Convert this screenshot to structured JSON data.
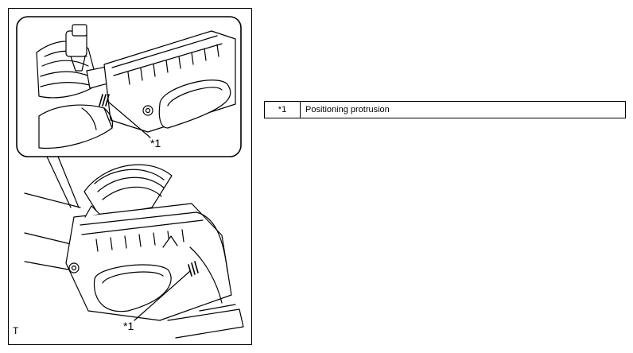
{
  "figure": {
    "callout_label_top": "*1",
    "callout_label_bottom": "*1",
    "corner_mark": "T"
  },
  "legend": {
    "rows": [
      {
        "key": "*1",
        "description": "Positioning protrusion"
      }
    ]
  }
}
